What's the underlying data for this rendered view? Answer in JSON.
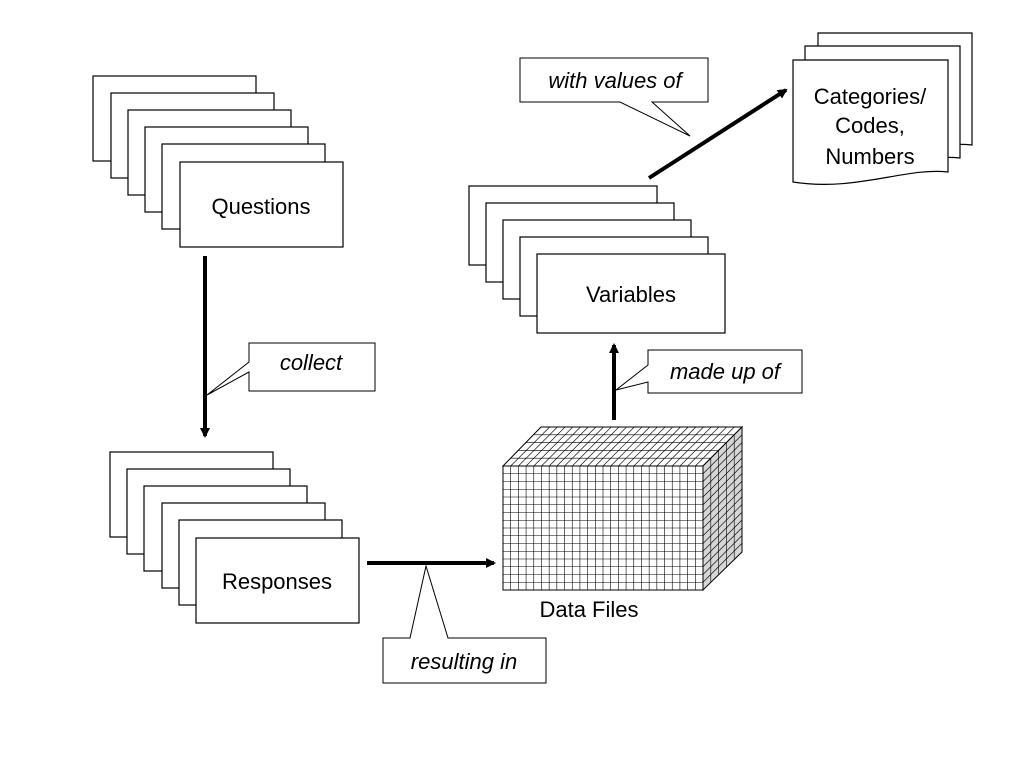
{
  "nodes": {
    "questions": "Questions",
    "responses": "Responses",
    "variables": "Variables",
    "data_files": "Data Files",
    "categories_line1": "Categories/",
    "categories_line2": "Codes,",
    "categories_line3": "Numbers"
  },
  "edges": {
    "collect": "collect",
    "resulting_in": "resulting in",
    "made_up_of": "made up of",
    "with_values_of": "with values of"
  }
}
